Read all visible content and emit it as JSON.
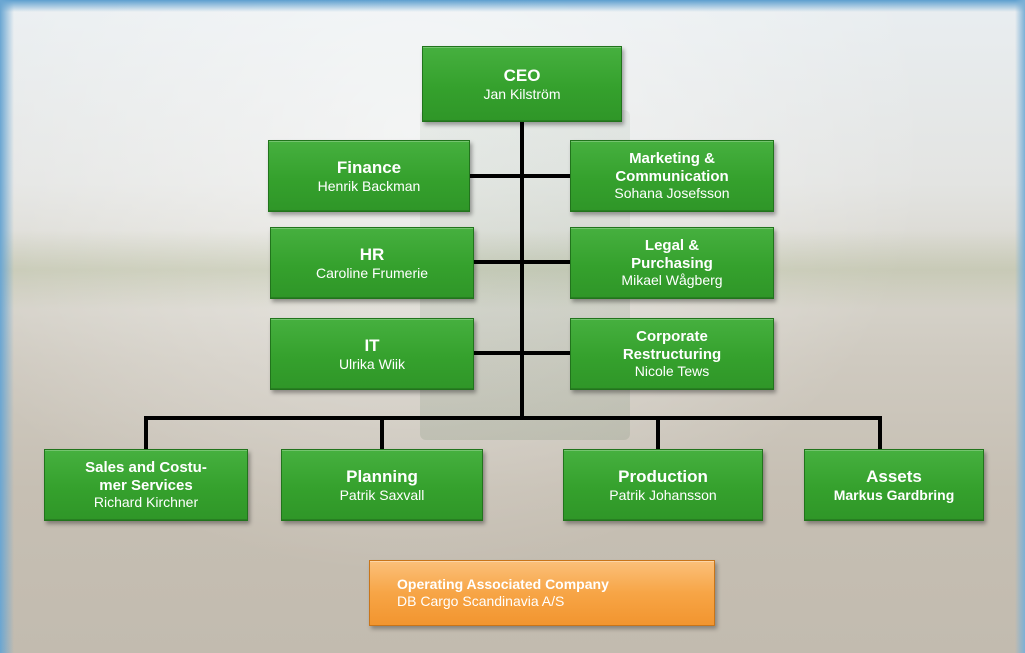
{
  "org": {
    "ceo": {
      "title": "CEO",
      "name": "Jan Kilström"
    },
    "staff": {
      "finance": {
        "title": "Finance",
        "name": "Henrik Backman"
      },
      "marketing": {
        "title_line1": "Marketing &",
        "title_line2": "Communication",
        "name": "Sohana Josefsson"
      },
      "hr": {
        "title": "HR",
        "name": "Caroline Frumerie"
      },
      "legal": {
        "title_line1": "Legal &",
        "title_line2": "Purchasing",
        "name": "Mikael Wågberg"
      },
      "it": {
        "title": "IT",
        "name": "Ulrika Wiik"
      },
      "restructuring": {
        "title_line1": "Corporate",
        "title_line2": "Restructuring",
        "name": "Nicole Tews"
      }
    },
    "divisions": {
      "sales": {
        "title_line1": "Sales and Costu-",
        "title_line2": "mer Services",
        "name": "Richard Kirchner"
      },
      "planning": {
        "title": "Planning",
        "name": "Patrik Saxvall"
      },
      "production": {
        "title": "Production",
        "name": "Patrik Johansson"
      },
      "assets": {
        "title": "Assets",
        "name": "Markus Gardbring"
      }
    },
    "associated": {
      "title": "Operating Associated Company",
      "name": "DB Cargo Scandinavia A/S"
    }
  },
  "colors": {
    "box_green": "#35a12d",
    "box_border": "#21741c",
    "associated_orange": "#f7a546",
    "connector": "#000000"
  }
}
